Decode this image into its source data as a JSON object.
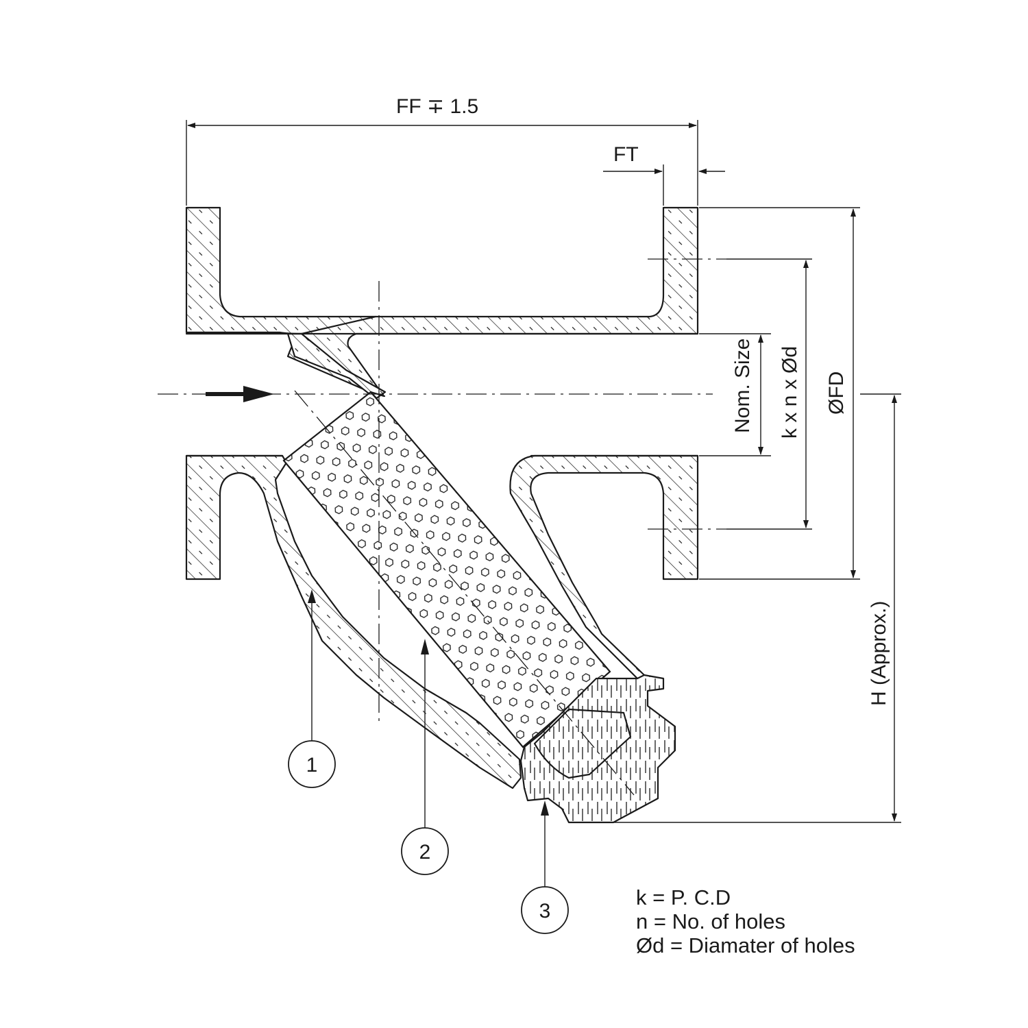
{
  "dimensions": {
    "face_to_face": "FF ∓ 1.5",
    "flange_thickness": "FT",
    "flange_diameter": "ØFD",
    "bolt_spec": "k x n x Ød",
    "nominal_size": "Nom. Size",
    "height": "H (Approx.)"
  },
  "balloons": [
    "1",
    "2",
    "3"
  ],
  "legend": [
    "k = P. C.D",
    "n = No. of holes",
    "Ød = Diamater of holes"
  ],
  "flow_direction_icon": "arrow-right-icon"
}
